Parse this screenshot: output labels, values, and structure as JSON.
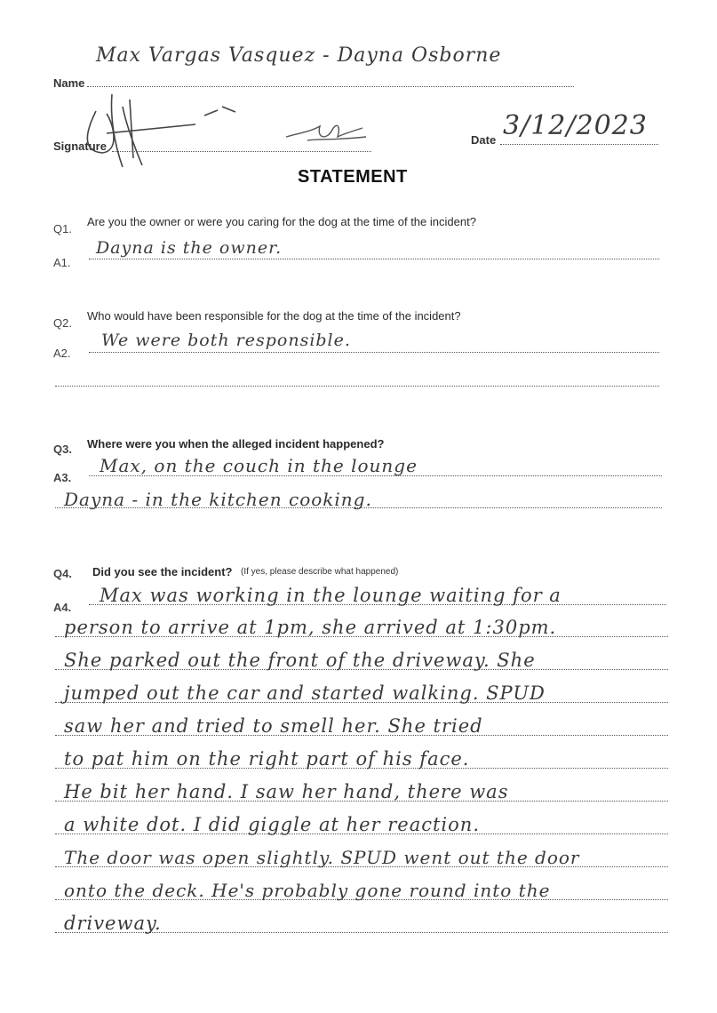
{
  "header": {
    "name_label": "Name",
    "name_value": "Max Vargas Vasquez - Dayna Osborne",
    "signature_label": "Signature",
    "date_label": "Date",
    "date_value": "3/12/2023"
  },
  "title": "STATEMENT",
  "questions": [
    {
      "q_num": "Q1.",
      "q_text": "Are you the owner or were you caring for the dog at the time of the incident?",
      "a_num": "A1.",
      "answer_lines": [
        "Dayna is the owner."
      ]
    },
    {
      "q_num": "Q2.",
      "q_text": "Who would have been responsible for the dog at the time of the incident?",
      "a_num": "A2.",
      "answer_lines": [
        "We were both responsible."
      ]
    },
    {
      "q_num": "Q3.",
      "q_text": "Where were you when the alleged incident happened?",
      "a_num": "A3.",
      "answer_lines": [
        "Max, on the couch in the lounge",
        "Dayna - in the kitchen cooking."
      ]
    },
    {
      "q_num": "Q4.",
      "q_text": "Did you see the incident?",
      "q_note": "(If yes, please describe what happened)",
      "a_num": "A4.",
      "answer_lines": [
        "Max was working in the lounge waiting for a",
        "person to arrive at 1pm, she arrived at 1:30pm.",
        "She parked out the front of the driveway. She",
        "jumped out the car and started walking. SPUD",
        "saw her and tried to smell her. She tried",
        "to pat him on the right part of his face.",
        "He bit her hand. I saw her hand, there was",
        "a white dot. I did giggle at her reaction.",
        "The door was open slightly. SPUD went out the door",
        "onto the deck. He's probably gone round into the",
        "driveway."
      ]
    }
  ]
}
